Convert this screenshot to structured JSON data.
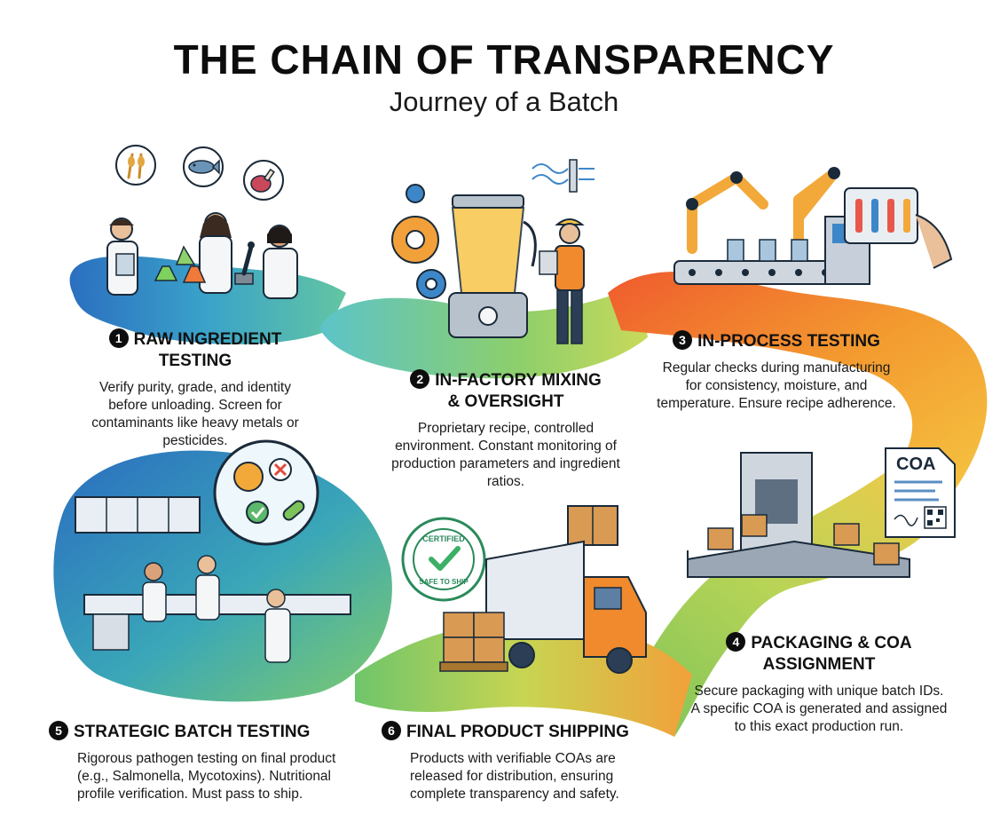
{
  "header": {
    "title": "THE CHAIN OF TRANSPARENCY",
    "subtitle": "Journey of a Batch"
  },
  "colors": {
    "blue": "#2f7fc7",
    "teal": "#3fb7a7",
    "green": "#7cc35a",
    "yellow": "#f3c23d",
    "orange": "#f08a2c",
    "red_orange": "#ee5e2e"
  },
  "steps": [
    {
      "number": "1",
      "title_line1": "RAW INGREDIENT",
      "title_line2": "TESTING",
      "body": "Verify purity, grade, and identity before unloading. Screen for contaminants like heavy metals or pesticides.",
      "icons": [
        "scientists-icon",
        "wheat-icon",
        "fish-icon",
        "meat-icon",
        "microscope-icon"
      ]
    },
    {
      "number": "2",
      "title_line1": "IN-FACTORY MIXING",
      "title_line2": "& OVERSIGHT",
      "body": "Proprietary recipe, controlled environment. Constant monitoring of production parameters and ingredient ratios.",
      "icons": [
        "blender-icon",
        "gear-icon",
        "worker-icon",
        "air-filter-icon"
      ]
    },
    {
      "number": "3",
      "title_line1": "IN-PROCESS TESTING",
      "title_line2": "",
      "body": "Regular checks during manufacturing for consistency, moisture, and temperature. Ensure recipe adherence.",
      "icons": [
        "robot-arm-icon",
        "conveyor-icon",
        "tablet-icon"
      ]
    },
    {
      "number": "4",
      "title_line1": "PACKAGING & COA",
      "title_line2": "ASSIGNMENT",
      "body": "Secure packaging with unique batch IDs. A specific COA is generated and assigned to this exact production run.",
      "coa_label": "COA",
      "icons": [
        "packaging-machine-icon",
        "box-icon",
        "coa-document-icon",
        "qr-code-icon"
      ]
    },
    {
      "number": "5",
      "title_line1": "STRATEGIC BATCH TESTING",
      "title_line2": "",
      "body": "Rigorous pathogen testing on final product (e.g., Salmonella, Mycotoxins). Nutritional profile verification. Must pass to ship.",
      "icons": [
        "lab-icon",
        "bacteria-icon",
        "check-icon",
        "cross-icon"
      ]
    },
    {
      "number": "6",
      "title_line1": "FINAL PRODUCT SHIPPING",
      "title_line2": "",
      "body": "Products with verifiable COAs are released for distribution, ensuring complete transparency and safety.",
      "stamp_top": "CERTIFIED",
      "stamp_bottom": "SAFE TO SHIP",
      "icons": [
        "truck-icon",
        "pallet-icon",
        "stamp-icon"
      ]
    }
  ]
}
